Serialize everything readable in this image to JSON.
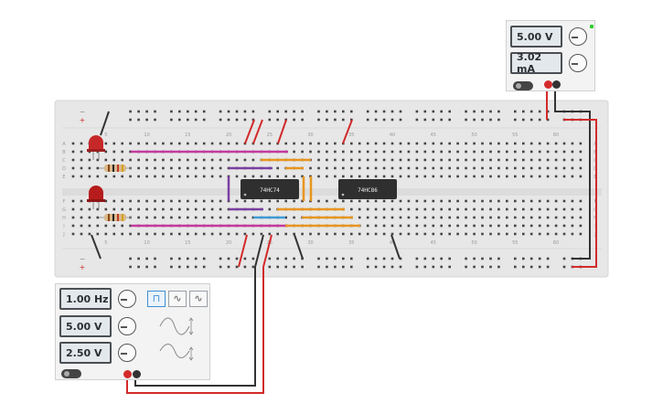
{
  "power_supply": {
    "voltage_display": "5.00 V",
    "current_display": "3.02 mA"
  },
  "function_generator": {
    "frequency_display": "1.00 Hz",
    "amplitude_display": "5.00 V",
    "offset_display": "2.50 V",
    "waveforms": [
      "square",
      "triangle",
      "sine"
    ],
    "selected_waveform": "square"
  },
  "breadboard": {
    "column_numbers": [
      "5",
      "10",
      "15",
      "20",
      "25",
      "30",
      "35",
      "40",
      "45",
      "50",
      "55",
      "60"
    ],
    "row_letters_top": [
      "A",
      "B",
      "C",
      "D",
      "E"
    ],
    "row_letters_bottom": [
      "F",
      "G",
      "H",
      "I",
      "J"
    ],
    "rail_minus": "−",
    "rail_plus": "+"
  },
  "chips": [
    {
      "label": "74HC74"
    },
    {
      "label": "74HC86"
    }
  ],
  "colors": {
    "red_wire": "#d32a2a",
    "black_wire": "#333333",
    "magenta_wire": "#c53a9f",
    "orange_wire": "#e8951f",
    "purple_wire": "#7b3fa1",
    "blue_wire": "#3d9bd6",
    "led": "#c62828"
  }
}
